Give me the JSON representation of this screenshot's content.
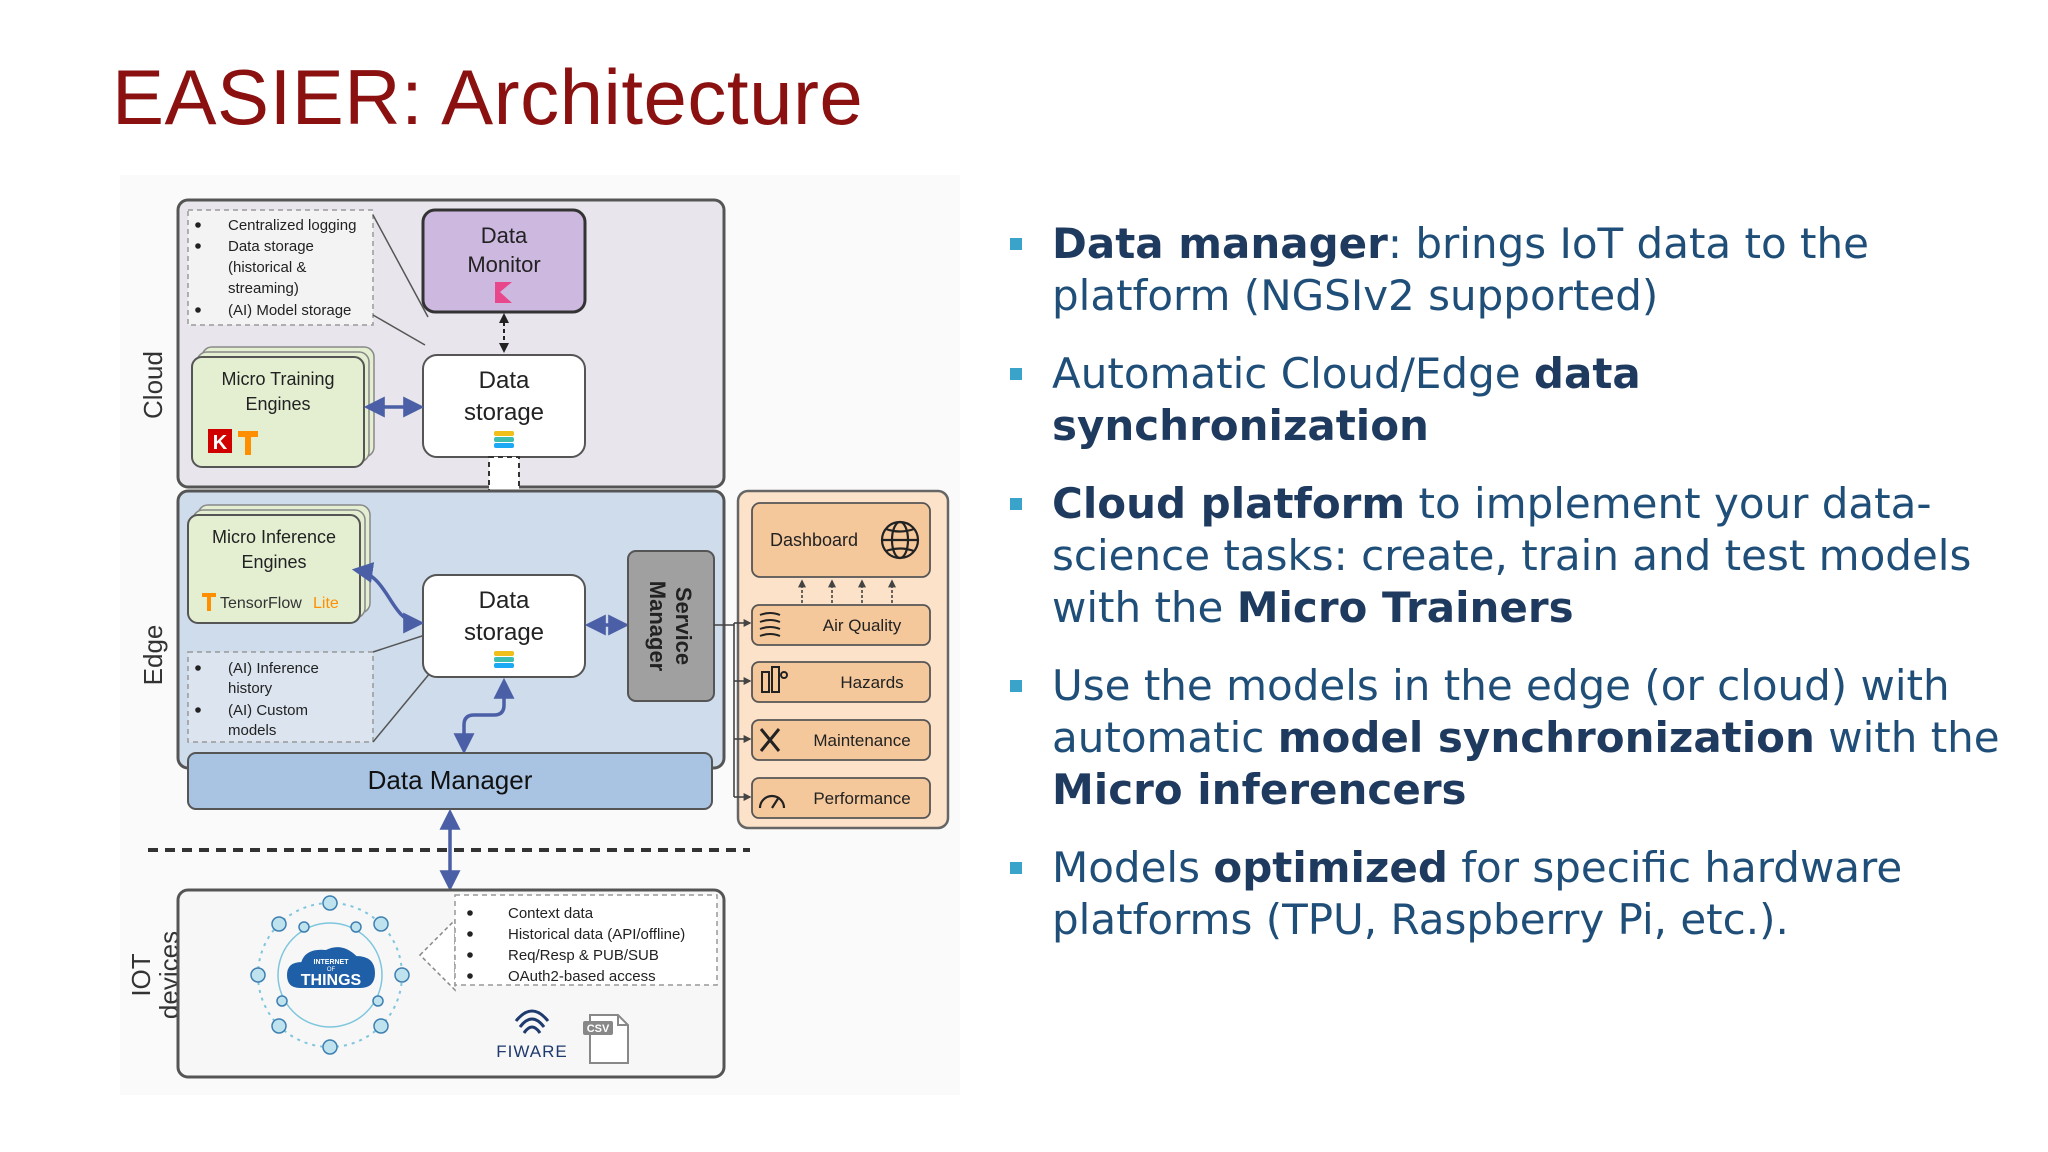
{
  "slide": {
    "title": "EASIER: Architecture"
  },
  "colors": {
    "title_red": "#8b1111",
    "bullet_text": "#1f4e78",
    "bullet_marker": "#3aa3c9",
    "cloud_bg": "#e8e6ec",
    "edge_bg": "#cfdcec",
    "iot_bg": "#f7f7f7",
    "monitor_bg": "#cdb8e0",
    "engine_bg": "#e4efd2",
    "service_bg": "#a0a0a0",
    "apps_bg": "#f5c89c",
    "data_manager_bg": "#a9c3e3",
    "link_blue": "#4b5fa6"
  },
  "diagram": {
    "layers": {
      "cloud": "Cloud",
      "edge": "Edge",
      "iot_line1": "IOT",
      "iot_line2": "devices"
    },
    "cloud_notes": [
      "Centralized logging",
      "Data storage",
      "(historical &",
      "streaming)",
      "(AI) Model storage"
    ],
    "data_monitor": {
      "line1": "Data",
      "line2": "Monitor"
    },
    "cloud_storage": {
      "line1": "Data",
      "line2": "storage"
    },
    "micro_training": {
      "line1": "Micro Training",
      "line2": "Engines",
      "logo": "K"
    },
    "micro_inference": {
      "line1": "Micro Inference",
      "line2": "Engines",
      "logo_main": "TensorFlow",
      "logo_sub": "Lite"
    },
    "edge_storage": {
      "line1": "Data",
      "line2": "storage"
    },
    "edge_notes": [
      "(AI) Inference",
      "history",
      "(AI) Custom",
      "models"
    ],
    "service_manager": {
      "line1": "Service",
      "line2": "Manager"
    },
    "data_manager": "Data Manager",
    "apps": [
      "Dashboard",
      "Air Quality",
      "Hazards",
      "Maintenance",
      "Performance"
    ],
    "iot_notes": [
      "Context data",
      "Historical data (API/offline)",
      "Req/Resp & PUB/SUB",
      "OAuth2-based access"
    ],
    "iot_logo": {
      "line1": "INTERNET",
      "line2": "OF",
      "line3": "THINGS"
    },
    "fiware_label": "FIWARE",
    "csv_label": "CSV"
  },
  "bullets": [
    {
      "bold": "Data manager",
      "rest": ": brings IoT data to the platform (NGSIv2 supported)"
    },
    {
      "pre": "Automatic Cloud/Edge ",
      "bold": "data synchronization"
    },
    {
      "bold": "Cloud platform",
      "rest": " to implement your data-science tasks: create, train and test models with the ",
      "bold2": "Micro Trainers"
    },
    {
      "pre": "Use the models in the edge (or cloud) with automatic ",
      "bold": "model synchronization",
      "rest": " with the ",
      "bold2": "Micro inferencers"
    },
    {
      "pre": "Models ",
      "bold": "optimized",
      "rest": " for specific hardware platforms (TPU, Raspberry Pi, etc.)."
    }
  ]
}
